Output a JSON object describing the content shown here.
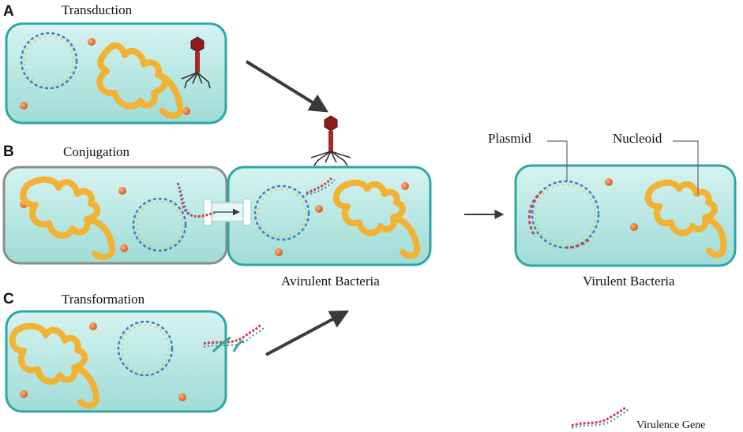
{
  "panels": {
    "a": {
      "letter": "A",
      "title": "Transduction"
    },
    "b": {
      "letter": "B",
      "title": "Conjugation"
    },
    "c": {
      "letter": "C",
      "title": "Transformation"
    }
  },
  "labels": {
    "avirulent": "Avirulent Bacteria",
    "virulent": "Virulent Bacteria",
    "plasmid": "Plasmid",
    "nucleoid": "Nucleoid",
    "legend_gene": "Virulence Gene"
  },
  "colors": {
    "cell_fill": "#b8e6e2",
    "cell_stroke": "#2fa6a3",
    "donor_stroke": "#8c8c8c",
    "nucleoid": "#f2b233",
    "dna_blue": "#3b7fc4",
    "dna_red": "#c8434f",
    "phage": "#8e1b1b",
    "ribosome": "#e06a2b",
    "arrow": "#3a3a3a"
  }
}
